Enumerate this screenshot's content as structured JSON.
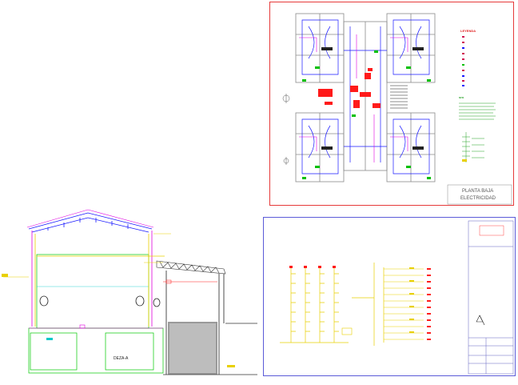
{
  "plan": {
    "legend_title": "LEYENDA",
    "legend_items": [
      "",
      "",
      "",
      "",
      "",
      "",
      "",
      "",
      "",
      "",
      "",
      ""
    ],
    "notes_title": "NOTA",
    "title_line1": "PLANTA BAJA",
    "title_line2": "ELECTRICIDAD"
  },
  "section": {
    "label": "DEZA-A"
  },
  "diagram": {},
  "colors": {
    "plan_border": "#e63a3a",
    "diagram_border": "#5b5bd8",
    "wall": "#9a9a9a",
    "circuit_blue": "#1a1aff",
    "device_red": "#ff1a1a",
    "device_green": "#00c000",
    "magenta": "#e000e0",
    "yellow": "#e8d000",
    "cyan": "#00c8c8"
  }
}
